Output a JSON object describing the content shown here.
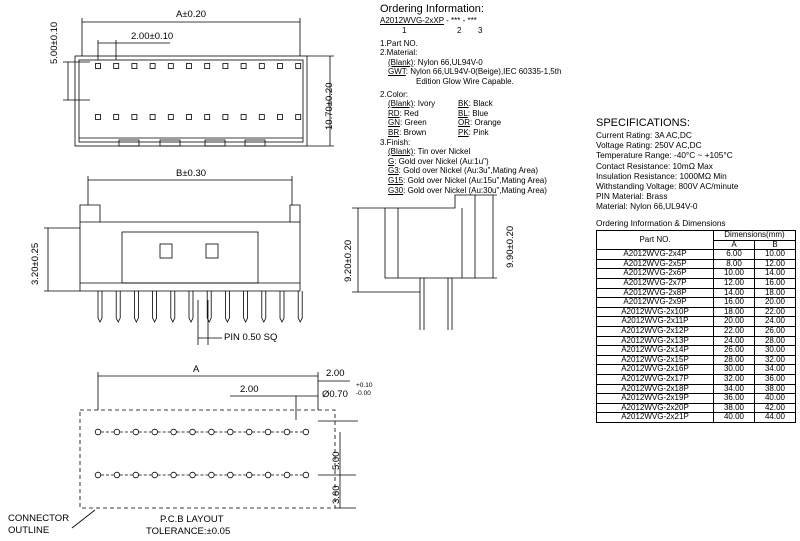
{
  "ordering": {
    "title": "Ordering Information:",
    "code": "A2012WVG-2xXP",
    "code_suffix": " - *** - ***",
    "code_index_1": "1",
    "code_index_2": "2",
    "code_index_3": "3",
    "part_no": "1.Part NO.",
    "material_head": "2.Material:",
    "material": [
      {
        "code": "(Blank)",
        "text": ": Nylon 66,UL94V-0"
      },
      {
        "code": "GWT",
        "text": ": Nylon 66,UL94V-0(Beige),IEC 60335-1,5th"
      }
    ],
    "material_cont": "Edition Glow Wire Capable.",
    "color_head": "2.Color:",
    "colors_left": [
      {
        "code": "(Blank)",
        "text": ": Ivory"
      },
      {
        "code": "RD",
        "text": ": Red"
      },
      {
        "code": "GN",
        "text": ": Green"
      },
      {
        "code": "BR",
        "text": ": Brown"
      }
    ],
    "colors_right": [
      {
        "code": "BK",
        "text": ": Black"
      },
      {
        "code": "BL",
        "text": ": Blue"
      },
      {
        "code": "OR",
        "text": ": Orange"
      },
      {
        "code": "PK",
        "text": ": Pink"
      }
    ],
    "finish_head": "3.Finish:",
    "finishes": [
      {
        "code": "(Blank)",
        "text": ": Tin over Nickel"
      },
      {
        "code": "G",
        "text": ": Gold over Nickel (Au:1u\")"
      },
      {
        "code": "G3",
        "text": ": Gold over Nickel (Au:3u\",Mating Area)"
      },
      {
        "code": "G15",
        "text": ": Gold over Nickel (Au:15u\",Mating Area)"
      },
      {
        "code": "G30",
        "text": ": Gold over Nickel (Au:30u\",Mating Area)"
      }
    ]
  },
  "specs": {
    "title": "SPECIFICATIONS:",
    "lines": [
      "Current Rating: 3A AC,DC",
      "Voltage Rating: 250V AC,DC",
      "Temperature Range: -40°C ~ +105°C",
      "Contact Resistance: 10mΩ Max",
      "Insulation Resistance: 1000MΩ Min",
      "Withstanding Voltage: 800V AC/minute",
      "PIN Material: Brass",
      "Material: Nylon 66,UL94V-0"
    ]
  },
  "dim_table": {
    "title": "Ordering Information & Dimensions",
    "col_part": "Part NO.",
    "col_dims": "Dimensions(mm)",
    "col_a": "A",
    "col_b": "B",
    "rows": [
      [
        "A2012WVG-2x4P",
        "6.00",
        "10.00"
      ],
      [
        "A2012WVG-2x5P",
        "8.00",
        "12.00"
      ],
      [
        "A2012WVG-2x6P",
        "10.00",
        "14.00"
      ],
      [
        "A2012WVG-2x7P",
        "12.00",
        "16.00"
      ],
      [
        "A2012WVG-2x8P",
        "14.00",
        "18.00"
      ],
      [
        "A2012WVG-2x9P",
        "16.00",
        "20.00"
      ],
      [
        "A2012WVG-2x10P",
        "18.00",
        "22.00"
      ],
      [
        "A2012WVG-2x11P",
        "20.00",
        "24.00"
      ],
      [
        "A2012WVG-2x12P",
        "22.00",
        "26.00"
      ],
      [
        "A2012WVG-2x13P",
        "24.00",
        "28.00"
      ],
      [
        "A2012WVG-2x14P",
        "26.00",
        "30.00"
      ],
      [
        "A2012WVG-2x15P",
        "28.00",
        "32.00"
      ],
      [
        "A2012WVG-2x16P",
        "30.00",
        "34.00"
      ],
      [
        "A2012WVG-2x17P",
        "32.00",
        "36.00"
      ],
      [
        "A2012WVG-2x18P",
        "34.00",
        "38.00"
      ],
      [
        "A2012WVG-2x19P",
        "36.00",
        "40.00"
      ],
      [
        "A2012WVG-2x20P",
        "38.00",
        "42.00"
      ],
      [
        "A2012WVG-2x21P",
        "40.00",
        "44.00"
      ]
    ]
  },
  "drawing": {
    "dim_a_top": "A±0.20",
    "dim_pitch": "2.00±0.10",
    "dim_height_left": "5.00±0.10",
    "dim_width_right": "10.70±0.20",
    "dim_b": "B±0.30",
    "dim_320": "3.20±0.25",
    "dim_pin": "PIN 0.50 SQ",
    "dim_920": "9.20±0.20",
    "dim_990": "9.90±0.20",
    "pcb_a": "A",
    "pcb_200_right": "2.00",
    "pcb_200_mid": "2.00",
    "pcb_hole": "Ø0.70",
    "pcb_tol_plus": "+0.10",
    "pcb_tol_minus": "-0.00",
    "pcb_500": "5.00",
    "pcb_360": "3.60",
    "connector_outline": "CONNECTOR\nOUTLINE",
    "pcb_layout": "P.C.B LAYOUT",
    "pcb_tolerance": "TOLERANCE:±0.05"
  }
}
